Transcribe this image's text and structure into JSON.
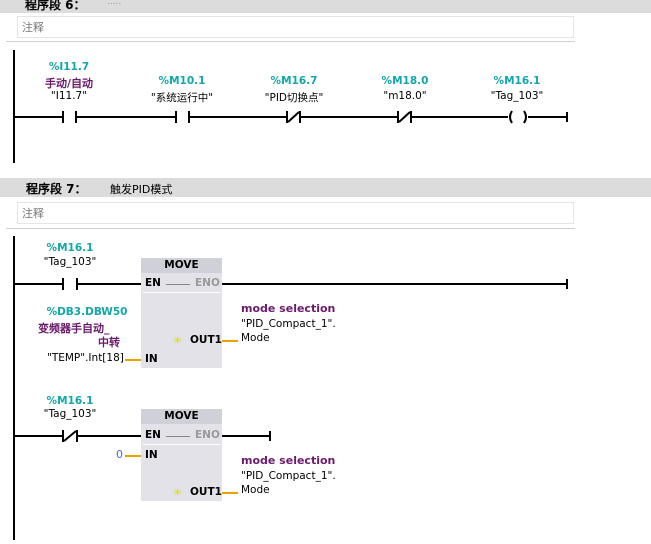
{
  "network6": {
    "title": "程序段 6：",
    "description": ".....",
    "comment": "注释",
    "contacts": [
      {
        "address": "%I11.7",
        "symbol": "手动/自动",
        "name": "\"I11.7\"",
        "type": "NO"
      },
      {
        "address": "%M10.1",
        "name": "\"系统运行中\"",
        "type": "NO"
      },
      {
        "address": "%M16.7",
        "name": "\"PID切换点\"",
        "type": "NC"
      },
      {
        "address": "%M18.0",
        "name": "\"m18.0\"",
        "type": "NC"
      }
    ],
    "coil": {
      "address": "%M16.1",
      "name": "\"Tag_103\""
    }
  },
  "network7": {
    "title": "程序段 7：",
    "description": "触发PID模式",
    "comment": "注释",
    "rung1": {
      "contact": {
        "address": "%M16.1",
        "name": "\"Tag_103\"",
        "type": "NO"
      },
      "block": {
        "title": "MOVE",
        "en": "EN",
        "eno": "ENO",
        "in": "IN",
        "out": "OUT1"
      },
      "in_address": "%DB3.DBW50",
      "in_symbol_1": "变频器手自动_",
      "in_symbol_2": "中转",
      "in_name": "\"TEMP\".Int[18]",
      "out_symbol": "mode selection",
      "out_name_1": "\"PID_Compact_1\".",
      "out_name_2": "Mode"
    },
    "rung2": {
      "contact": {
        "address": "%M16.1",
        "name": "\"Tag_103\"",
        "type": "NC"
      },
      "block": {
        "title": "MOVE",
        "en": "EN",
        "eno": "ENO",
        "in": "IN",
        "out": "OUT1"
      },
      "in_value": "0",
      "out_symbol": "mode selection",
      "out_name_1": "\"PID_Compact_1\".",
      "out_name_2": "Mode"
    }
  },
  "star_icon": "✳"
}
